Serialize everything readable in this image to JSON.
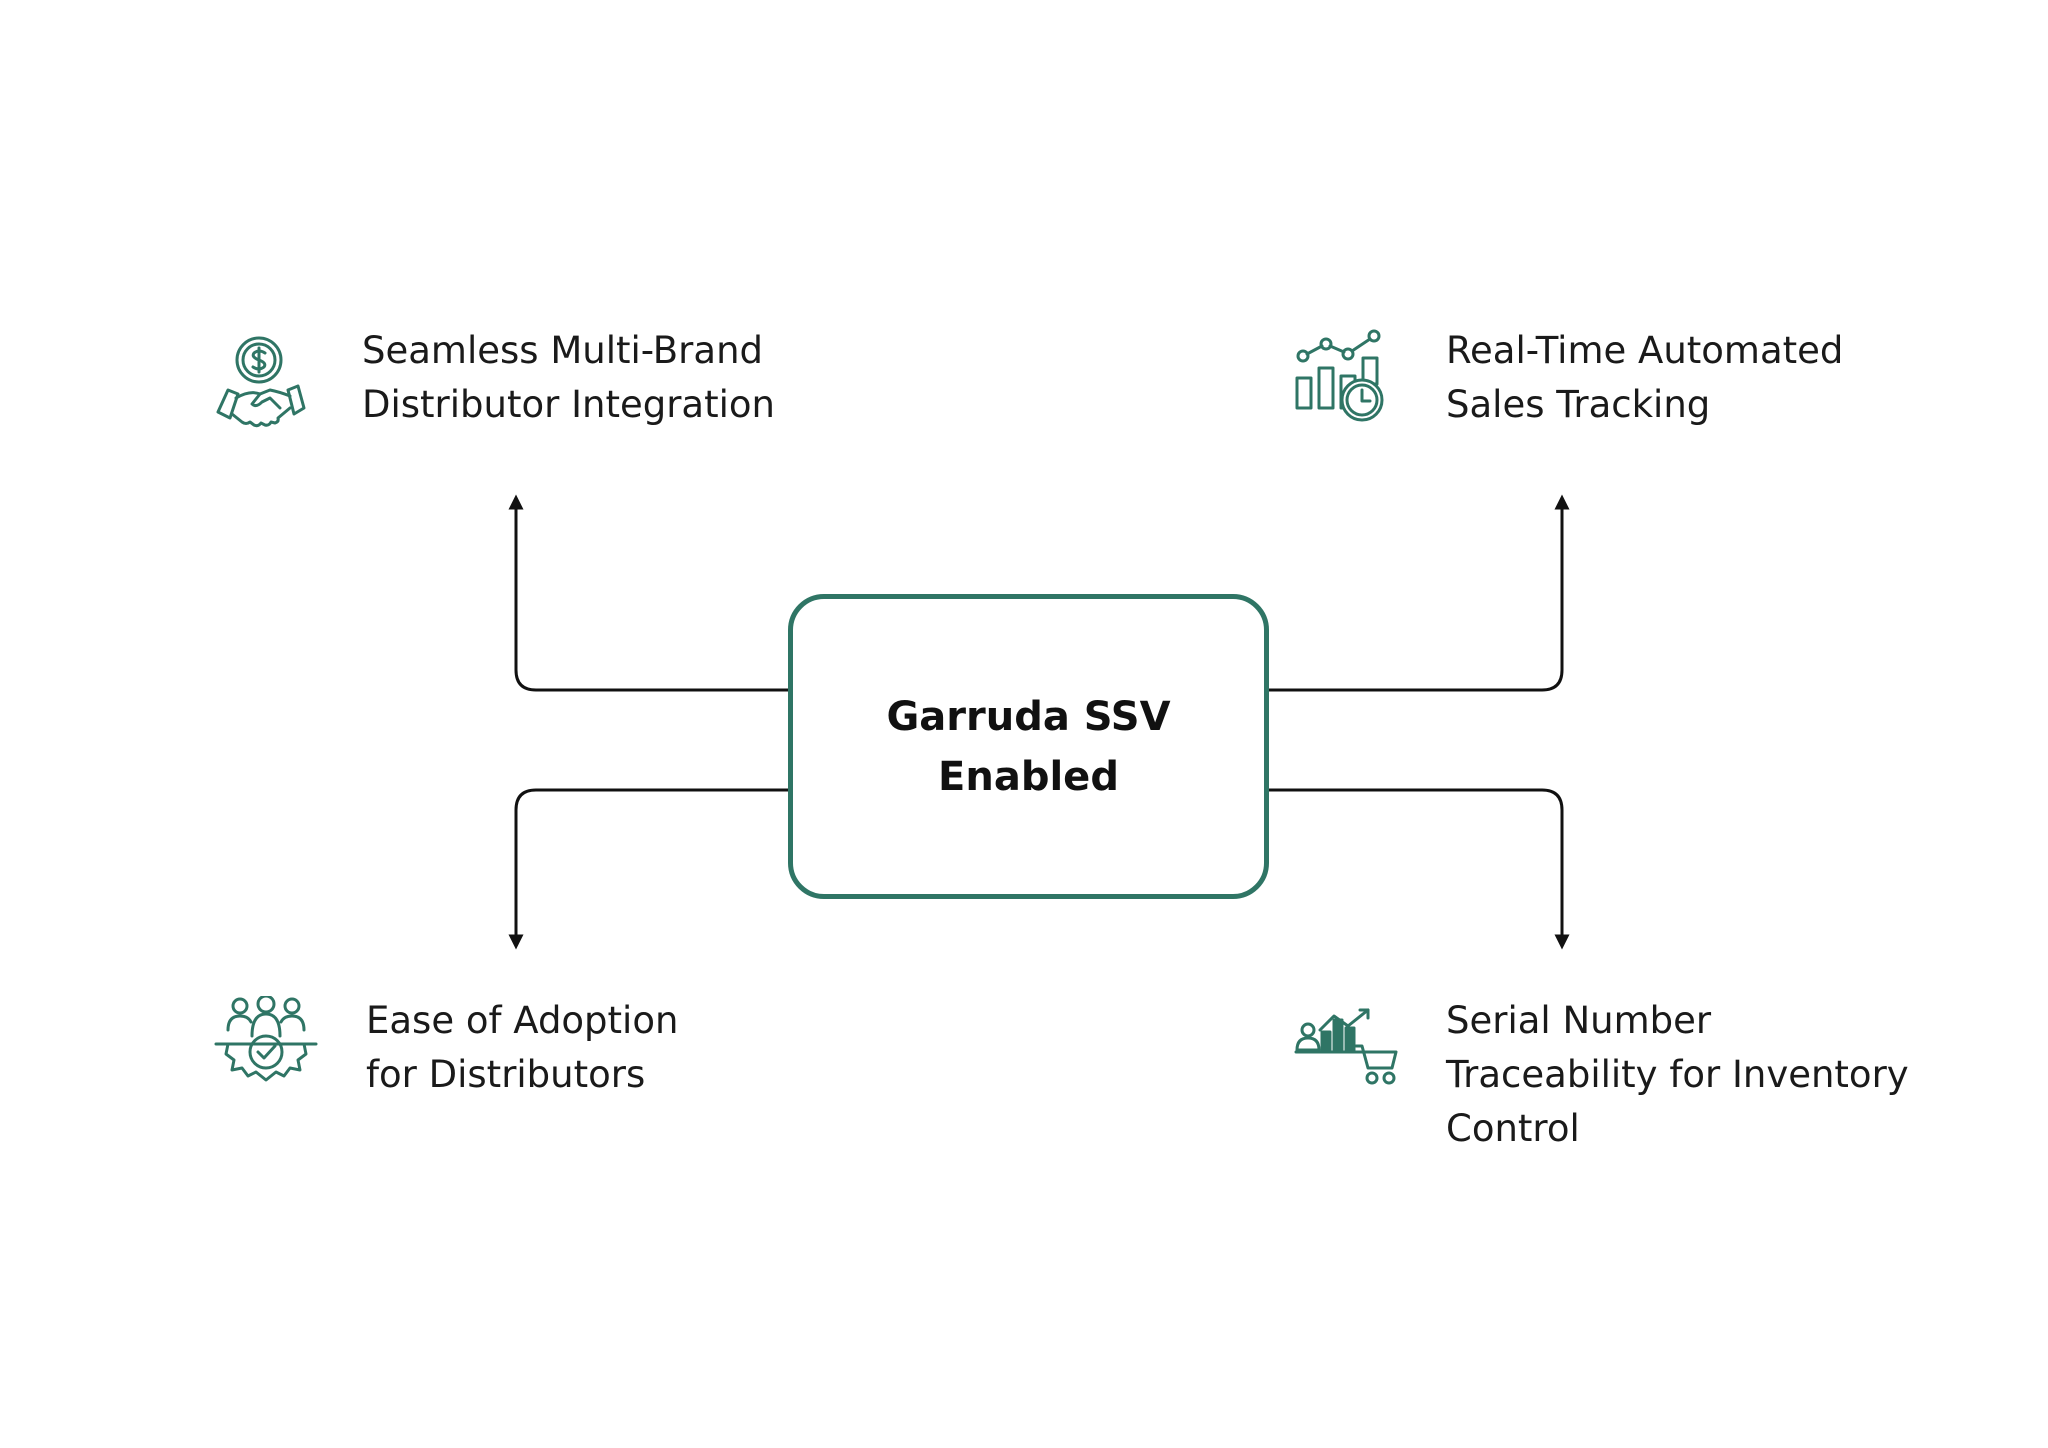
{
  "diagram": {
    "center": {
      "title": "Garruda SSV\nEnabled"
    },
    "nodes": [
      {
        "id": "top-left",
        "label": "Seamless Multi-Brand\nDistributor Integration",
        "icon": "handshake-dollar-icon"
      },
      {
        "id": "top-right",
        "label": "Real-Time Automated\nSales Tracking",
        "icon": "chart-clock-icon"
      },
      {
        "id": "bottom-left",
        "label": "Ease of Adoption\nfor Distributors",
        "icon": "team-gear-check-icon"
      },
      {
        "id": "bottom-right",
        "label": "Serial Number\nTraceability for Inventory\nControl",
        "icon": "inventory-cart-chart-icon"
      }
    ],
    "colors": {
      "accent": "#2f7565",
      "text": "#1a1a1a",
      "connector": "#111111"
    }
  }
}
